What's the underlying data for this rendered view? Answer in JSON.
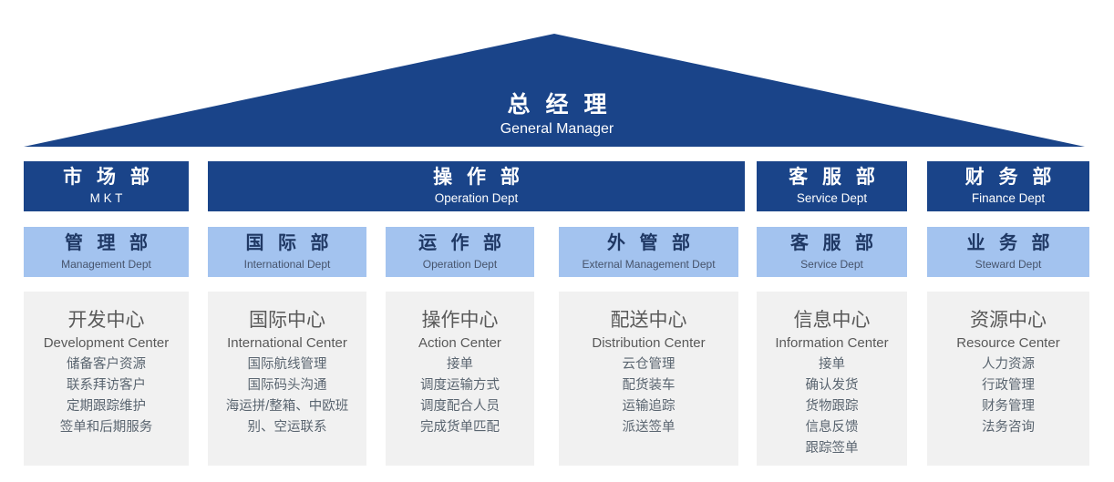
{
  "colors": {
    "primary_dark_blue": "#1a4489",
    "light_blue": "#a3c3ef",
    "card_gray": "#f1f1f1",
    "card_text": "#595959",
    "item_text": "#5a6570",
    "background": "#ffffff"
  },
  "top": {
    "cn": "总 经 理",
    "en": "General Manager"
  },
  "row_departments": [
    {
      "cn": "市 场 部",
      "en": "M K T"
    },
    {
      "cn": "操 作 部",
      "en": "Operation Dept"
    },
    {
      "cn": "客 服 部",
      "en": "Service Dept"
    },
    {
      "cn": "财 务 部",
      "en": "Finance Dept"
    }
  ],
  "row_subdepartments": [
    {
      "cn": "管 理 部",
      "en": "Management  Dept"
    },
    {
      "cn": "国 际 部",
      "en": "International Dept"
    },
    {
      "cn": "运 作 部",
      "en": "Operation Dept"
    },
    {
      "cn": "外 管 部",
      "en": "External Management Dept"
    },
    {
      "cn": "客 服 部",
      "en": "Service Dept"
    },
    {
      "cn": "业 务 部",
      "en": "Steward Dept"
    }
  ],
  "centers": [
    {
      "cn": "开发中心",
      "en": "Development Center",
      "items": [
        "储备客户资源",
        "联系拜访客户",
        "定期跟踪维护",
        "签单和后期服务"
      ]
    },
    {
      "cn": "国际中心",
      "en": "International Center",
      "items": [
        "国际航线管理",
        "国际码头沟通",
        "海运拼/整箱、中欧班别、空运联系"
      ]
    },
    {
      "cn": "操作中心",
      "en": "Action Center",
      "items": [
        "接单",
        "调度运输方式",
        "调度配合人员",
        "完成货单匹配"
      ]
    },
    {
      "cn": "配送中心",
      "en": "Distribution Center",
      "items": [
        "云仓管理",
        "配货装车",
        "运输追踪",
        "派送签单"
      ]
    },
    {
      "cn": "信息中心",
      "en": "Information Center",
      "items": [
        "接单",
        "确认发货",
        "货物跟踪",
        "信息反馈",
        "跟踪签单"
      ]
    },
    {
      "cn": "资源中心",
      "en": "Resource Center",
      "items": [
        "人力资源",
        "行政管理",
        "财务管理",
        "法务咨询"
      ]
    }
  ]
}
